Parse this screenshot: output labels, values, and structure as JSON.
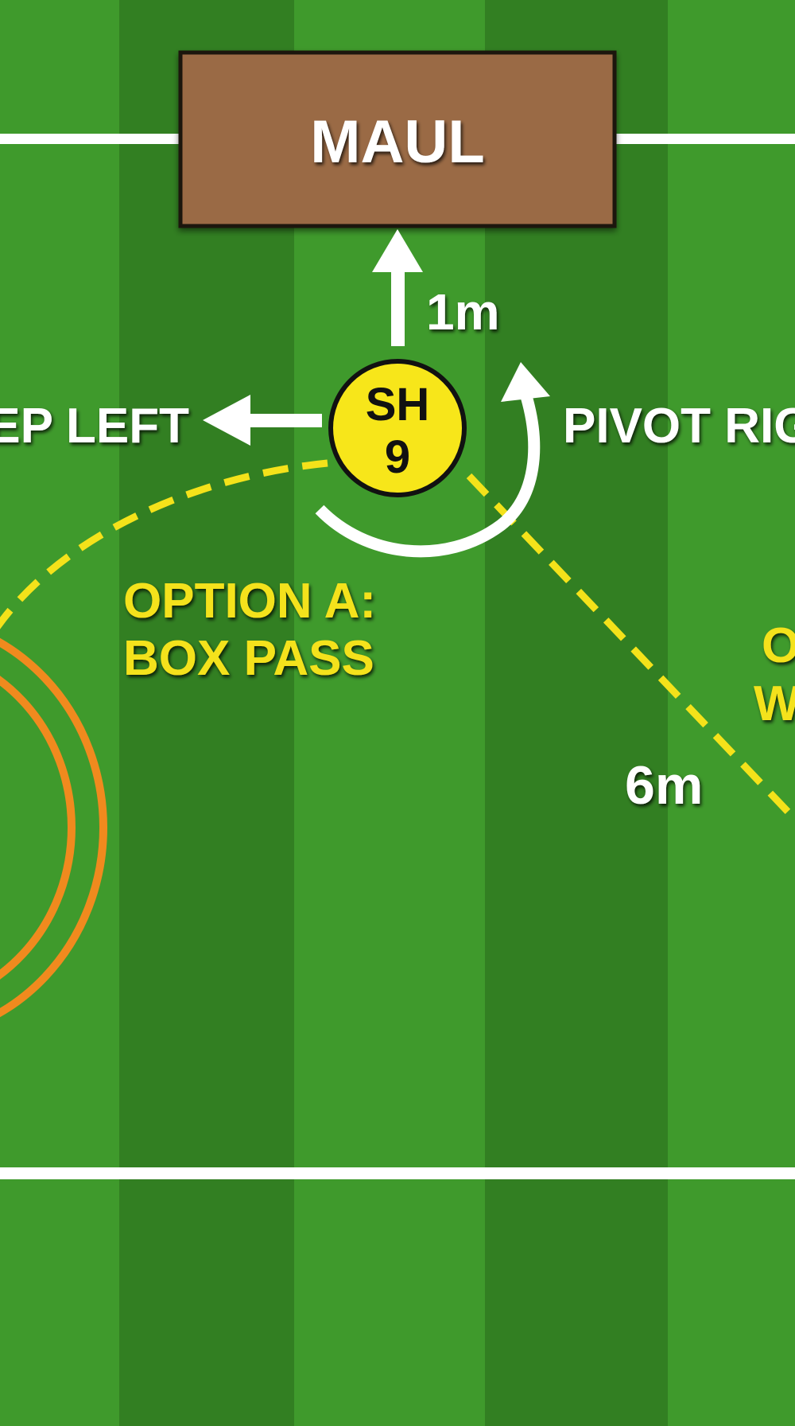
{
  "diagram": {
    "maul": {
      "label": "MAUL",
      "fill": "#9a6a44",
      "border": "#1c140d"
    },
    "player": {
      "role": "SH",
      "number": "9",
      "fill": "#f7e61a",
      "border": "#111111"
    },
    "labels": {
      "distance_maul": "1m",
      "step_left": "TEP LEFT",
      "pivot_right": "PIVOT RIGH",
      "option_a_line1": "OPTION A:",
      "option_a_line2": "BOX PASS",
      "option_b_line1": "O",
      "option_b_line2": "W",
      "distance_pass": "6m"
    },
    "colors": {
      "grass_light": "#3f9a2c",
      "grass_dark": "#327f22",
      "field_line": "#ffffff",
      "arrow": "#ffffff",
      "option_text": "#f4e21a",
      "pass_path": "#f4e21a",
      "target_ring": "#f08a1e"
    },
    "icons": [
      "arrow-up-icon",
      "arrow-left-icon",
      "pivot-arrow-icon",
      "target-ring-icon"
    ]
  }
}
